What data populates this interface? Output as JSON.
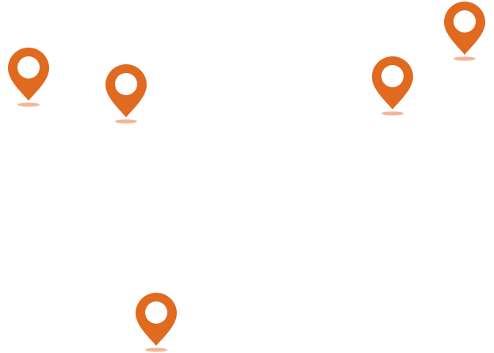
{
  "map": {
    "background_color": "#ffffff",
    "marker_icon": "map-pin-icon",
    "marker_color": "#e06a1f",
    "marker_hole_color": "#ffffff",
    "marker_shadow_color": "#f2b79a",
    "markers": [
      {
        "id": "marker-1"
      },
      {
        "id": "marker-2"
      },
      {
        "id": "marker-3"
      },
      {
        "id": "marker-4"
      },
      {
        "id": "marker-5"
      }
    ]
  }
}
